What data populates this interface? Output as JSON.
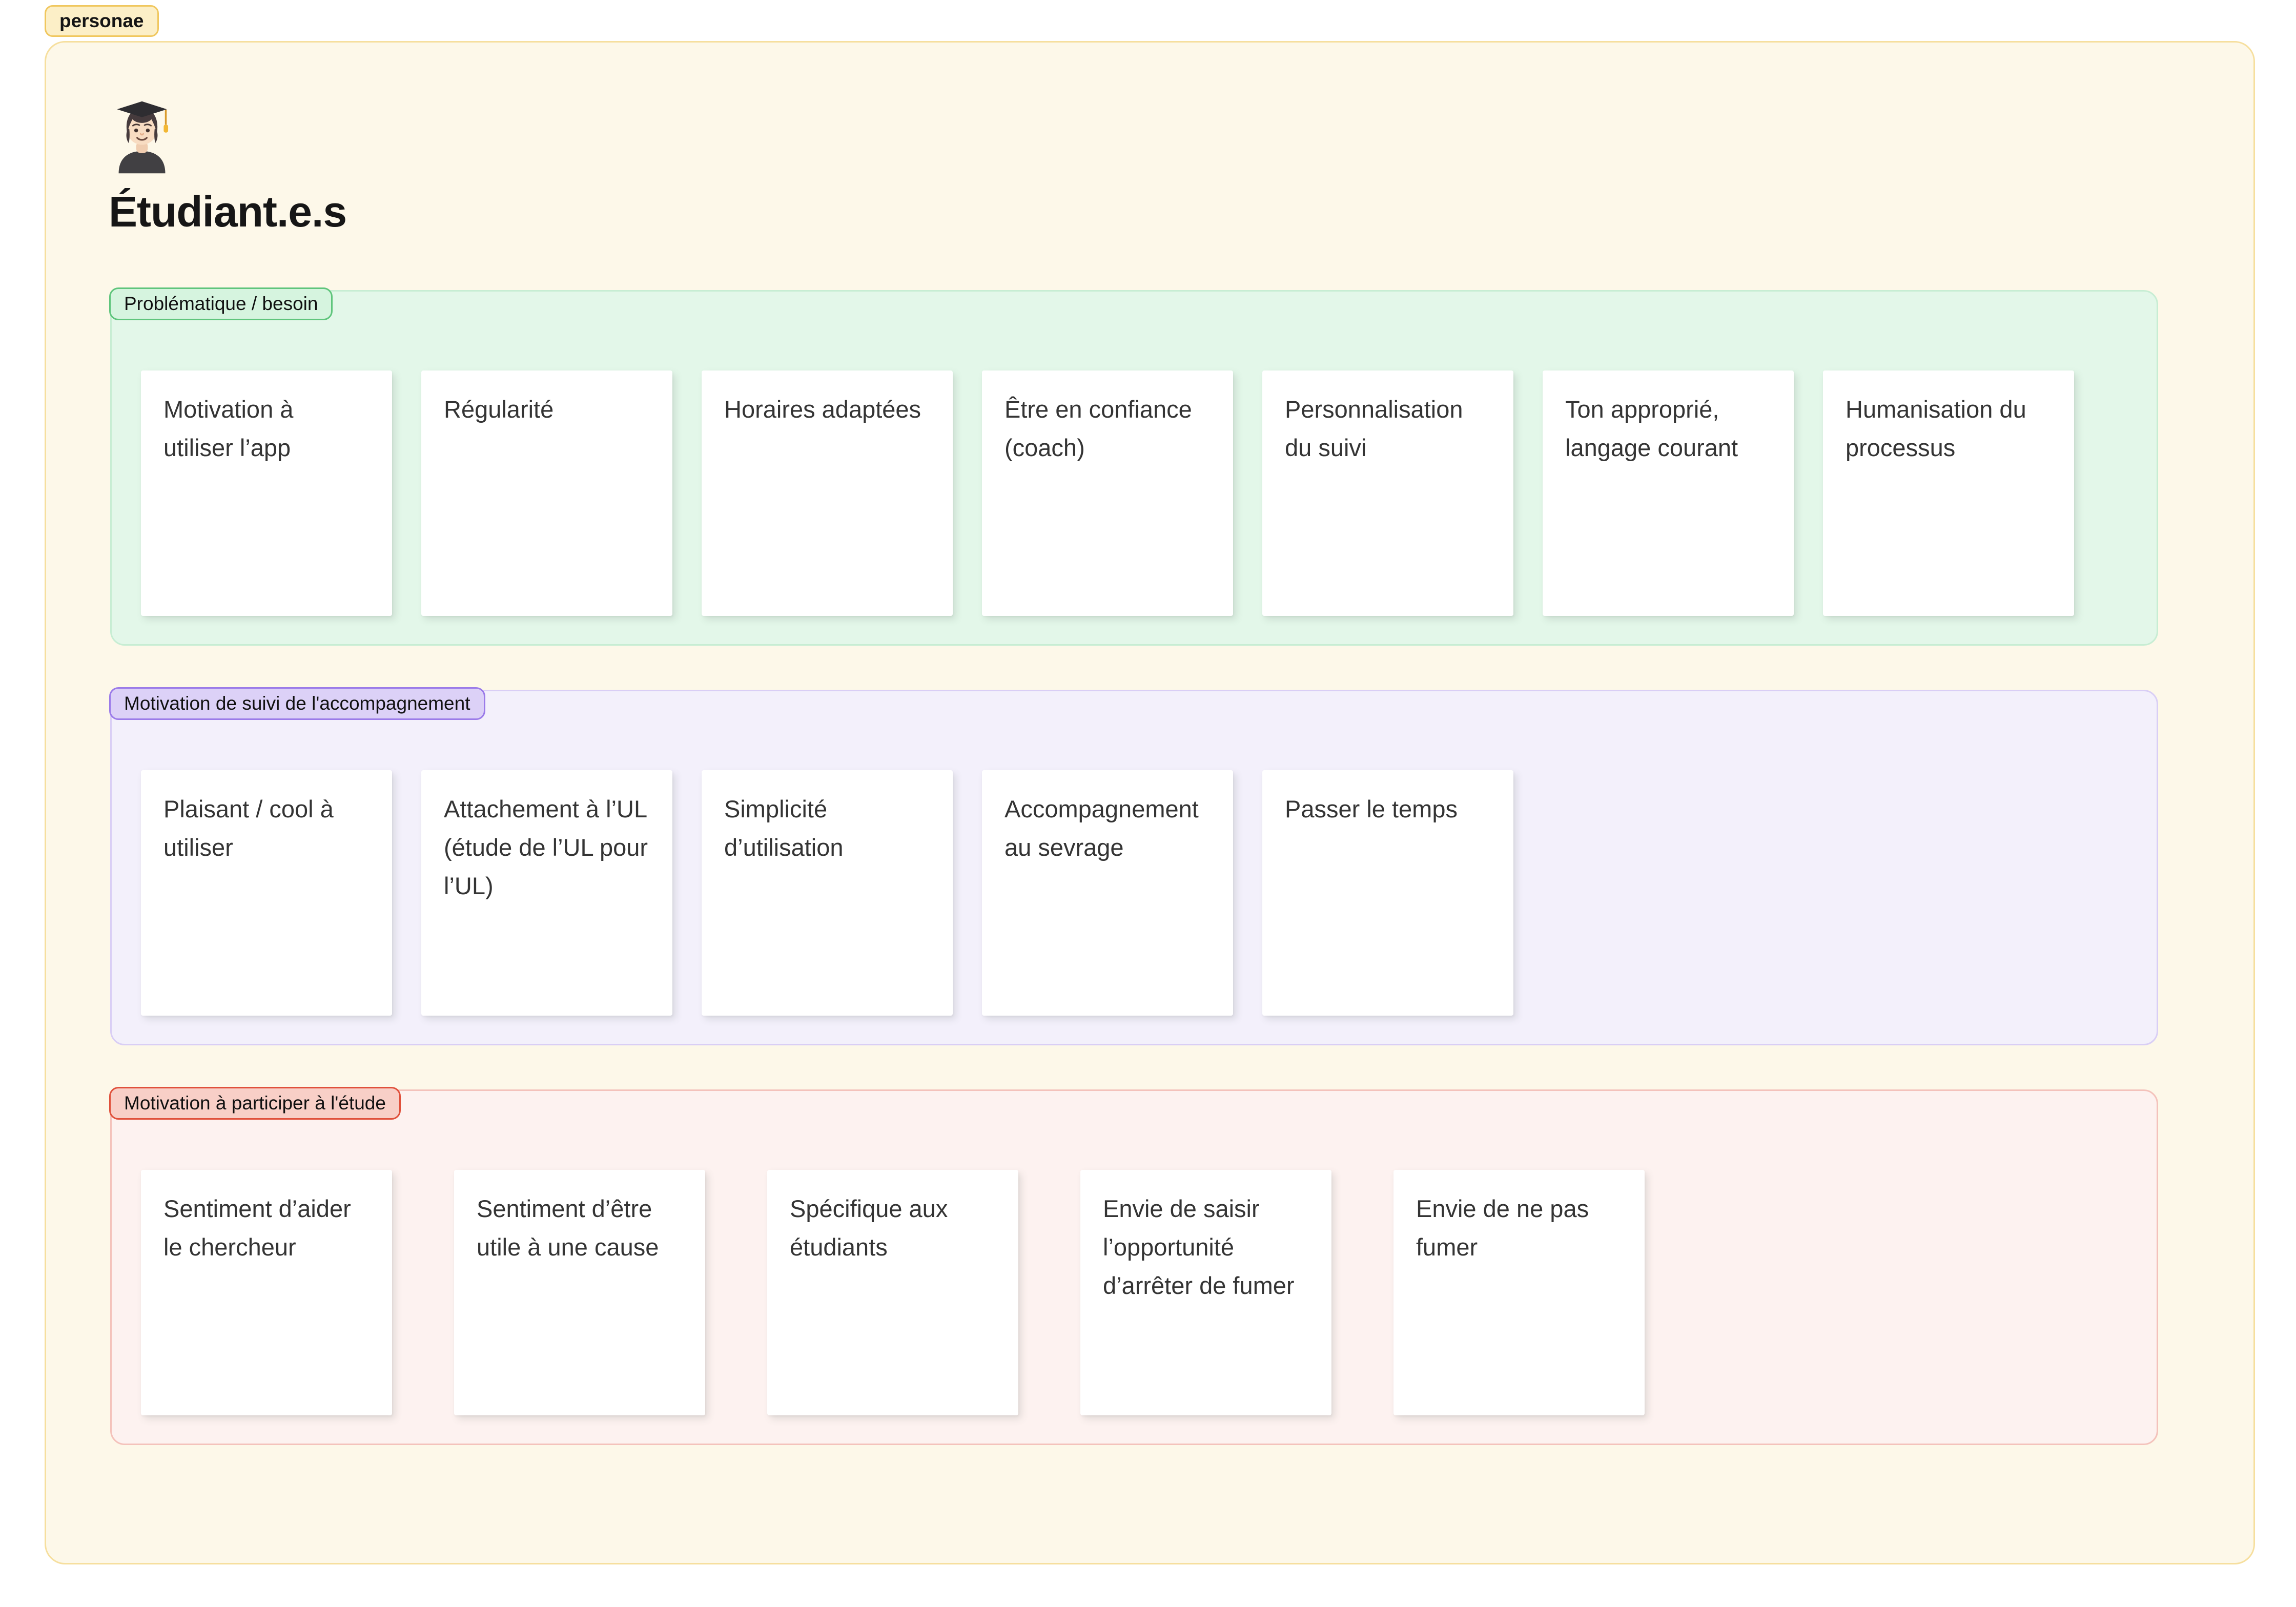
{
  "tag": {
    "label": "personae"
  },
  "board": {
    "bg": "#FDF8E9",
    "border": "#F6DF9E",
    "tag_bg": "#FCEFC7",
    "tag_border": "#F0C75E"
  },
  "persona": {
    "title": "Étudiant.e.s",
    "avatar_icon": "student-graduate-emoji",
    "sections": [
      {
        "id": "problematique-besoin",
        "label": "Problématique / besoin",
        "colors": {
          "bg": "#E3F7E9",
          "border": "#C7EDD3",
          "pill_bg": "#D6F4DF",
          "pill_border": "#5FC57C"
        },
        "cards": [
          "Motivation à utiliser l’app",
          "Régularité",
          "Horaires adaptées",
          "Être en confiance (coach)",
          "Personnalisation du suivi",
          "Ton approprié, langage courant",
          "Humanisation du processus"
        ]
      },
      {
        "id": "motivation-suivi-accompagnement",
        "label": "Motivation de suivi de l'accompagnement",
        "colors": {
          "bg": "#F3F0FB",
          "border": "#D9CEF5",
          "pill_bg": "#DCD1F7",
          "pill_border": "#9B7BE9"
        },
        "cards": [
          "Plaisant / cool à utiliser",
          "Attachement à l’UL (étude de l’UL pour l’UL)",
          "Simplicité d’utilisation",
          "Accompagnement au sevrage",
          "Passer le temps"
        ]
      },
      {
        "id": "motivation-participer-etude",
        "label": "Motivation à participer à l'étude",
        "colors": {
          "bg": "#FDF2F0",
          "border": "#F4C2BB",
          "pill_bg": "#F8CFC7",
          "pill_border": "#E0503B"
        },
        "cards": [
          "Sentiment d’aider le chercheur",
          "Sentiment d’être utile à une cause",
          "Spécifique aux étudiants",
          "Envie de saisir l’opportunité d’arrêter de fumer",
          "Envie de ne pas fumer"
        ]
      }
    ]
  }
}
